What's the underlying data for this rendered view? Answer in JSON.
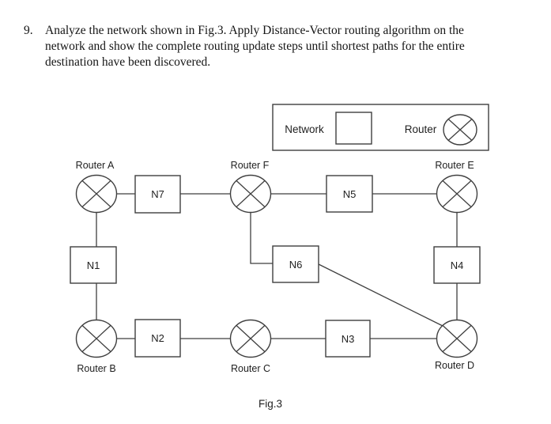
{
  "question": {
    "number": "9.",
    "lines": [
      "Analyze the network shown in Fig.3. Apply Distance-Vector routing algorithm on the",
      "network and show the complete routing update steps until shortest paths for the entire",
      "destination have been discovered."
    ]
  },
  "legend": {
    "network_label": "Network",
    "router_label": "Router"
  },
  "figure": {
    "caption": "Fig.3",
    "routers": {
      "a": "Router A",
      "b": "Router B",
      "c": "Router C",
      "d": "Router D",
      "e": "Router E",
      "f": "Router F"
    },
    "networks": {
      "n1": "N1",
      "n2": "N2",
      "n3": "N3",
      "n4": "N4",
      "n5": "N5",
      "n6": "N6",
      "n7": "N7"
    },
    "links": [
      "RouterA-N7",
      "N7-RouterF",
      "RouterF-N5",
      "N5-RouterE",
      "RouterA-N1",
      "N1-RouterB",
      "RouterB-N2",
      "N2-RouterC",
      "RouterC-N3",
      "N3-RouterD",
      "RouterE-N4",
      "N4-RouterD",
      "RouterF-N6",
      "N6-RouterD"
    ],
    "colors": {
      "line": "#3f3f3f",
      "label_text": "#1f1f1f",
      "background": "#ffffff"
    }
  }
}
